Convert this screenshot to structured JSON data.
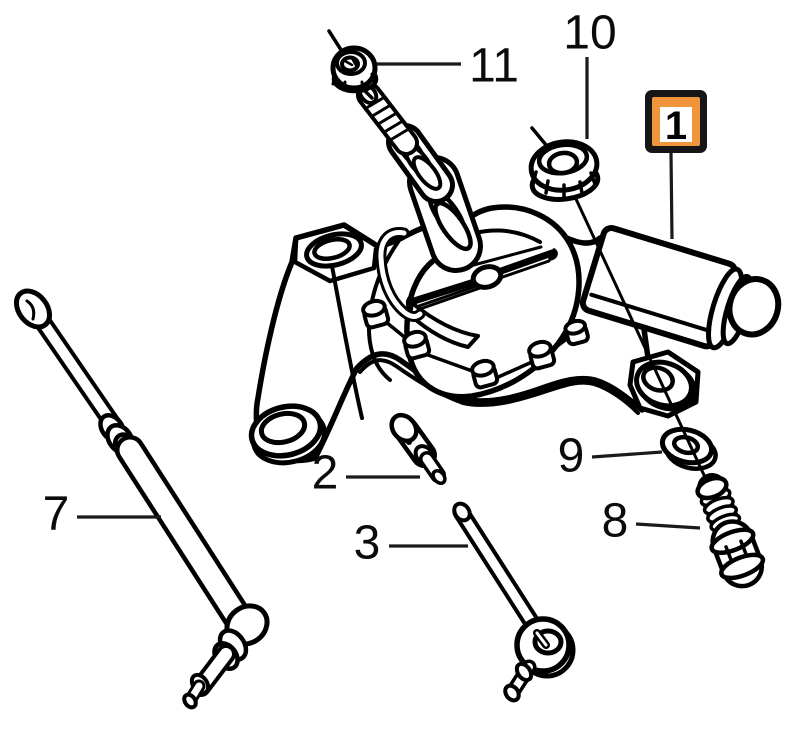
{
  "diagram": {
    "type": "exploded-parts-diagram",
    "background": "#ffffff",
    "line_color": "#000000",
    "highlight": {
      "badge_fill": "#F0953C",
      "badge_border": "#161616",
      "badge_inner": "#FFFFFF"
    },
    "callouts": {
      "c1": "1",
      "c2": "2",
      "c3": "3",
      "c7": "7",
      "c8": "8",
      "c9": "9",
      "c10": "10",
      "c11": "11"
    }
  }
}
